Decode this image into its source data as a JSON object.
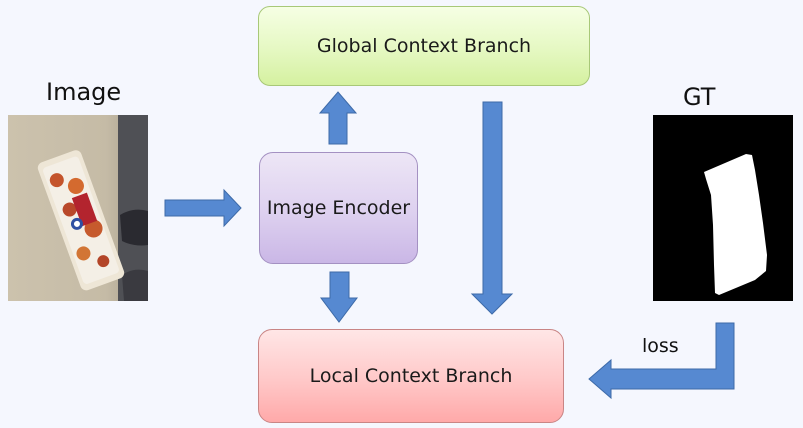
{
  "labels": {
    "image": "Image",
    "gt": "GT",
    "loss": "loss"
  },
  "boxes": {
    "global_context": "Global Context Branch",
    "image_encoder": "Image Encoder",
    "local_context": "Local Context Branch"
  },
  "colors": {
    "arrow_fill": "#5689d1",
    "arrow_stroke": "#3d6aa8",
    "global_box_top": "#f6ffe4",
    "global_box_bottom": "#d5f1a0",
    "encoder_box_top": "#ede6f6",
    "encoder_box_bottom": "#cab7e6",
    "local_box_top": "#ffe6e6",
    "local_box_bottom": "#ffa9a9",
    "mask_background": "#000000",
    "mask_foreground": "#ffffff"
  }
}
